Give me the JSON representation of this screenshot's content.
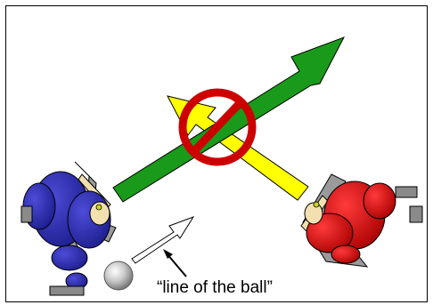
{
  "caption": "“line of the ball”",
  "colors": {
    "frame": "#000000",
    "green_arrow": "#1a9a1a",
    "yellow_arrow": "#ffff00",
    "prohibition": "#cc0000",
    "blue_player": "#2a2ab8",
    "red_player": "#dd0000",
    "ball": "#c8c8c8",
    "wheelchair_frame": "#8a8a8a",
    "skin": "#f2e0b0"
  },
  "icons": [
    "prohibition-sign",
    "wheelchair-player-blue",
    "wheelchair-player-red",
    "ball"
  ]
}
